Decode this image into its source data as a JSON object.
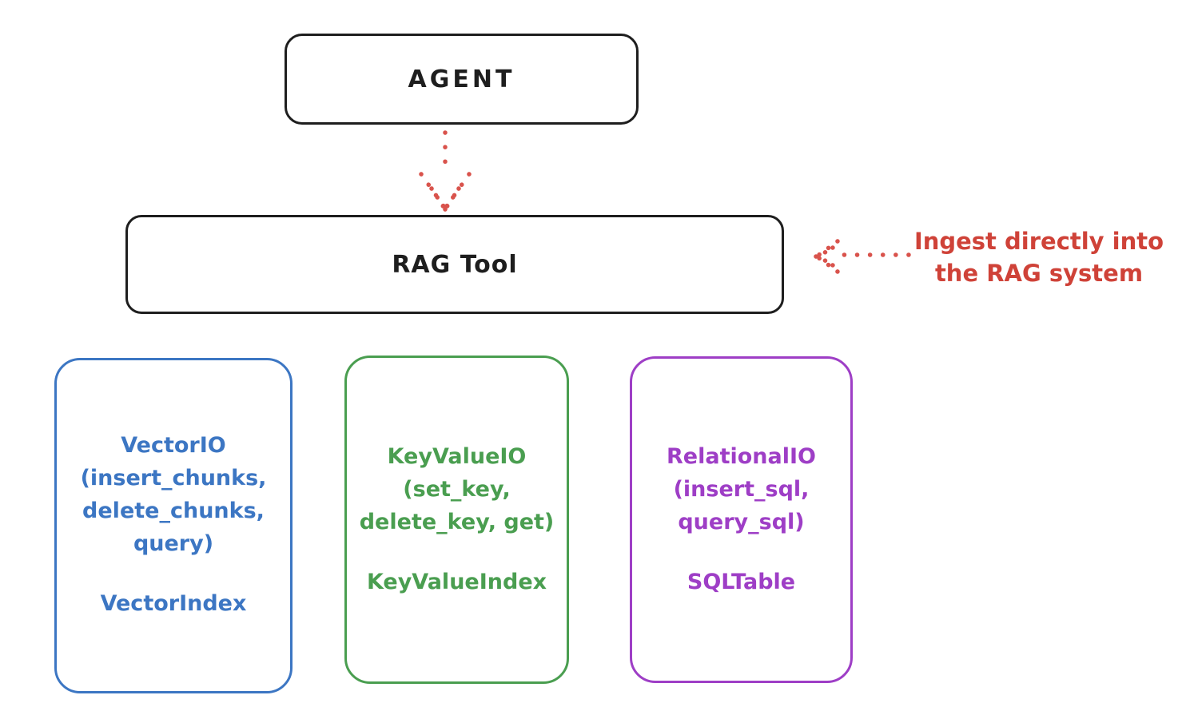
{
  "diagram": {
    "agent": {
      "label": "AGENT"
    },
    "rag_tool": {
      "label": "RAG Tool"
    },
    "annotation": {
      "line1": "Ingest directly into",
      "line2": "the RAG system"
    },
    "arrows": [
      {
        "name": "agent-to-ragtool",
        "style": "dotted",
        "direction": "down"
      },
      {
        "name": "annotation-to-ragtool",
        "style": "dotted",
        "direction": "left"
      }
    ],
    "stores": [
      {
        "name": "vector-io",
        "color": "#3c76c3",
        "lines": [
          "VectorIO",
          "(insert_chunks,",
          "delete_chunks,",
          "query)"
        ],
        "index_label": "VectorIndex"
      },
      {
        "name": "keyvalue-io",
        "color": "#4a9e50",
        "lines": [
          "KeyValueIO",
          "(set_key,",
          "delete_key, get)"
        ],
        "index_label": "KeyValueIndex"
      },
      {
        "name": "relational-io",
        "color": "#9e3ec6",
        "lines": [
          "RelationalIO",
          "(insert_sql,",
          "query_sql)"
        ],
        "index_label": "SQLTable"
      }
    ],
    "colors": {
      "stroke": "#1e1e1e",
      "red": "#cf4238",
      "background": "#ffffff"
    }
  }
}
